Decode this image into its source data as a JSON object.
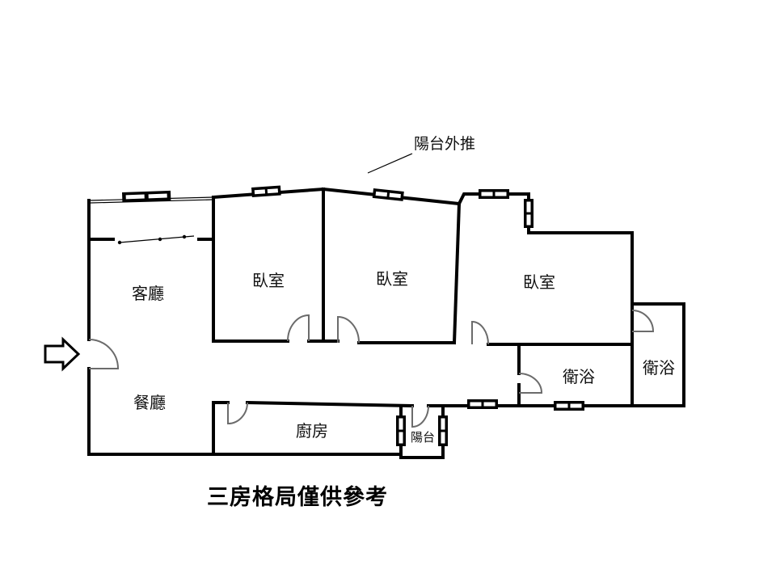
{
  "labels": {
    "living_room": "客廳",
    "dining_room": "餐廳",
    "bedroom_1": "臥室",
    "bedroom_2": "臥室",
    "bedroom_3": "臥室",
    "bathroom_1": "衛浴",
    "bathroom_2": "衛浴",
    "kitchen": "廚房",
    "balcony": "陽台",
    "balcony_note": "陽台外推"
  },
  "caption": "三房格局僅供參考",
  "icons": {
    "entrance": "entrance-arrow-icon"
  }
}
